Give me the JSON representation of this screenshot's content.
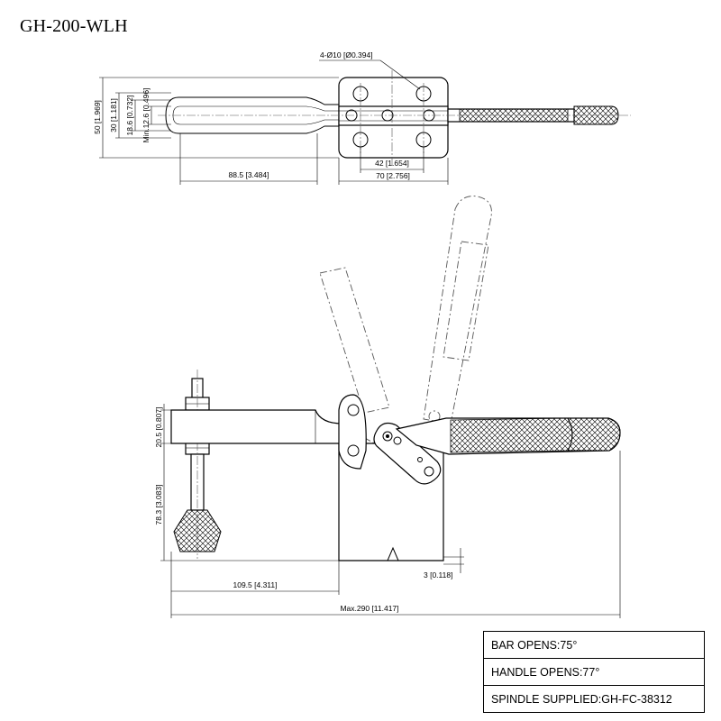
{
  "title": "GH-200-WLH",
  "top_view": {
    "hole_callout": "4-Ø10 [Ø0.394]",
    "dim_50": "50 [1.969]",
    "dim_30": "30 [1.181]",
    "dim_18_6": "18.6 [0.732]",
    "dim_min_12_6": "Min.12.6 [0.496]",
    "dim_88_5": "88.5 [3.484]",
    "dim_42": "42 [1.654]",
    "dim_70": "70 [2.756]"
  },
  "side_view": {
    "dim_20_5": "20.5 [0.807]",
    "dim_78_3": "78.3 [3.083]",
    "dim_109_5": "109.5 [4.311]",
    "dim_3": "3 [0.118]",
    "dim_max_290": "Max.290 [11.417]"
  },
  "specs": [
    "BAR OPENS:75°",
    "HANDLE OPENS:77°",
    "SPINDLE SUPPLIED:GH-FC-38312"
  ]
}
